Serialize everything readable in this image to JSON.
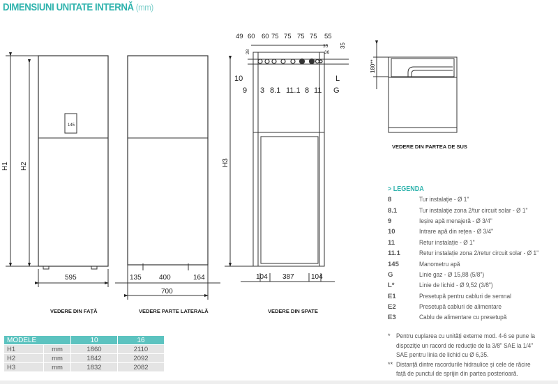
{
  "title": {
    "main": "DIMENSIUNI UNITATE INTERNĂ",
    "unit": "(mm)"
  },
  "front_view": {
    "caption": "VEDERE DIN FAȚĂ",
    "h1": "H1",
    "h2": "H2",
    "width": "595"
  },
  "side_view": {
    "caption": "VEDERE PARTE LATERALĂ",
    "d1": "135",
    "d2": "400",
    "d3": "164",
    "total": "700"
  },
  "back_view": {
    "caption": "VEDERE DIN SPATE",
    "h3": "H3",
    "top_dims": [
      "49",
      "60",
      "60",
      "75",
      "75",
      "75",
      "75",
      "55"
    ],
    "small_dims": {
      "a": "28",
      "b": "35",
      "c": "36",
      "d": "35"
    },
    "connections": [
      "10",
      "9",
      "3",
      "8.1",
      "11.1",
      "8",
      "11",
      "G",
      "L"
    ],
    "bottom_dims": [
      "104",
      "387",
      "104"
    ]
  },
  "top_view": {
    "caption": "VEDERE DIN PARTEA DE SUS",
    "dim": "180**"
  },
  "legend": {
    "title": "> LEGENDA",
    "items": [
      {
        "code": "8",
        "text": "Tur instalație - Ø 1\""
      },
      {
        "code": "8.1",
        "text": "Tur instalație zona 2/tur circuit solar - Ø 1\""
      },
      {
        "code": "9",
        "text": "Ieșire apă menajeră - Ø 3/4\""
      },
      {
        "code": "10",
        "text": "Intrare apă din rețea - Ø 3/4\""
      },
      {
        "code": "11",
        "text": "Retur instalație - Ø 1\""
      },
      {
        "code": "11.1",
        "text": "Retur instalație zona 2/retur circuit solar - Ø 1\""
      },
      {
        "code": "145",
        "text": "Manometru apă"
      },
      {
        "code": "G",
        "text": "Linie gaz - Ø 15,88 (5/8\")"
      },
      {
        "code": "L*",
        "text": "Linie de lichid - Ø 9,52 (3/8\")"
      },
      {
        "code": "E1",
        "text": "Presetupă pentru cabluri de semnal"
      },
      {
        "code": "E2",
        "text": "Presetupă cabluri de alimentare"
      },
      {
        "code": "E3",
        "text": "Cablu de alimentare cu presetupă"
      }
    ]
  },
  "notes": [
    {
      "mark": "*",
      "text": "Pentru cuplarea cu unități externe mod. 4-6 se pune la dispoziție un racord de reducție de la 3/8\" SAE la 1/4\" SAE pentru linia de lichid cu Ø 6,35."
    },
    {
      "mark": "**",
      "text": "Distanță dintre racordurile hidraulice și cele de răcire față de punctul de sprijin din partea posterioară."
    }
  ],
  "table": {
    "headers": [
      "MODELE",
      "10",
      "16"
    ],
    "rows": [
      {
        "name": "H1",
        "unit": "mm",
        "v10": "1860",
        "v16": "2110"
      },
      {
        "name": "H2",
        "unit": "mm",
        "v10": "1842",
        "v16": "2092"
      },
      {
        "name": "H3",
        "unit": "mm",
        "v10": "1832",
        "v16": "2082"
      }
    ]
  },
  "colors": {
    "accent": "#2fb3ad",
    "table_header": "#5cc3c0",
    "table_row": "#e4e4e4"
  }
}
